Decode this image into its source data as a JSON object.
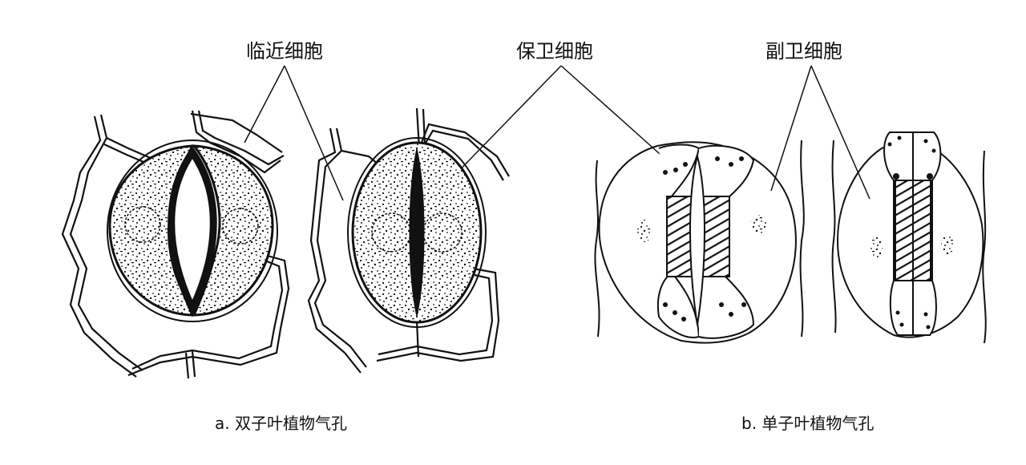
{
  "labels": {
    "subsidiary_neighbor": "临近细胞",
    "guard_cell": "保卫细胞",
    "subsidiary_cell": "副卫细胞"
  },
  "captions": {
    "a": "a. 双子叶植物气孔",
    "b": "b. 单子叶植物气孔"
  },
  "colors": {
    "ink": "#111111",
    "background": "#ffffff"
  }
}
